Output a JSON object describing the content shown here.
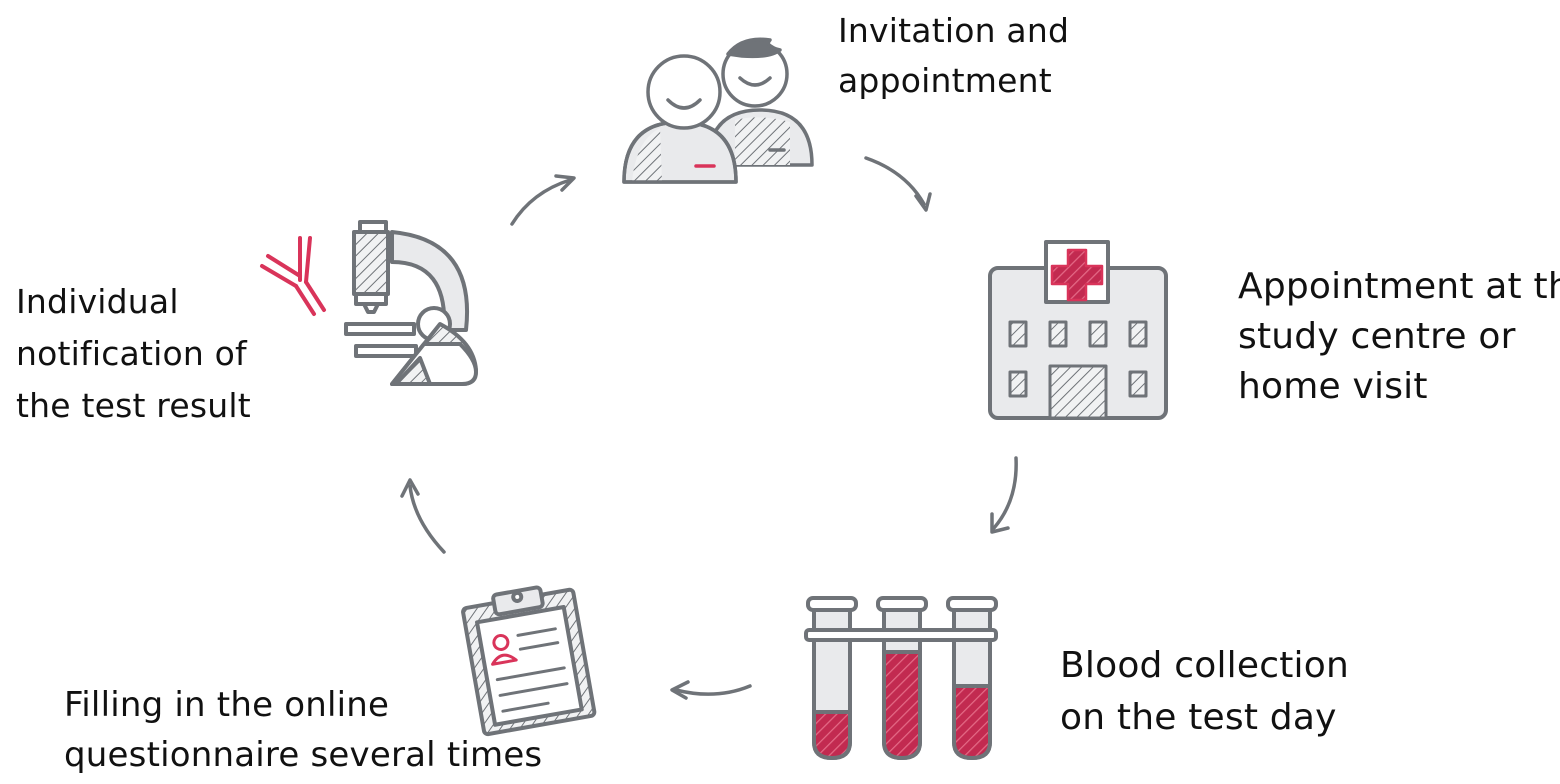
{
  "steps": {
    "invitation": {
      "lines": [
        "Invitation and",
        "appointment"
      ],
      "icon": "people-icon"
    },
    "appointment": {
      "lines": [
        "Appointment at the",
        "study centre or",
        "home visit"
      ],
      "icon": "hospital-icon"
    },
    "blood": {
      "lines": [
        "Blood collection",
        "on the test day"
      ],
      "icon": "test-tubes-icon"
    },
    "questionnaire": {
      "lines": [
        "Filling in the online",
        "questionnaire several times"
      ],
      "icon": "clipboard-icon"
    },
    "notification": {
      "lines": [
        "Individual",
        "notification of",
        "the test result"
      ],
      "icon": "microscope-icon"
    }
  },
  "colors": {
    "stroke": "#6f7378",
    "fill": "#e9eaec",
    "accent": "#d9345a",
    "text": "#111111"
  }
}
